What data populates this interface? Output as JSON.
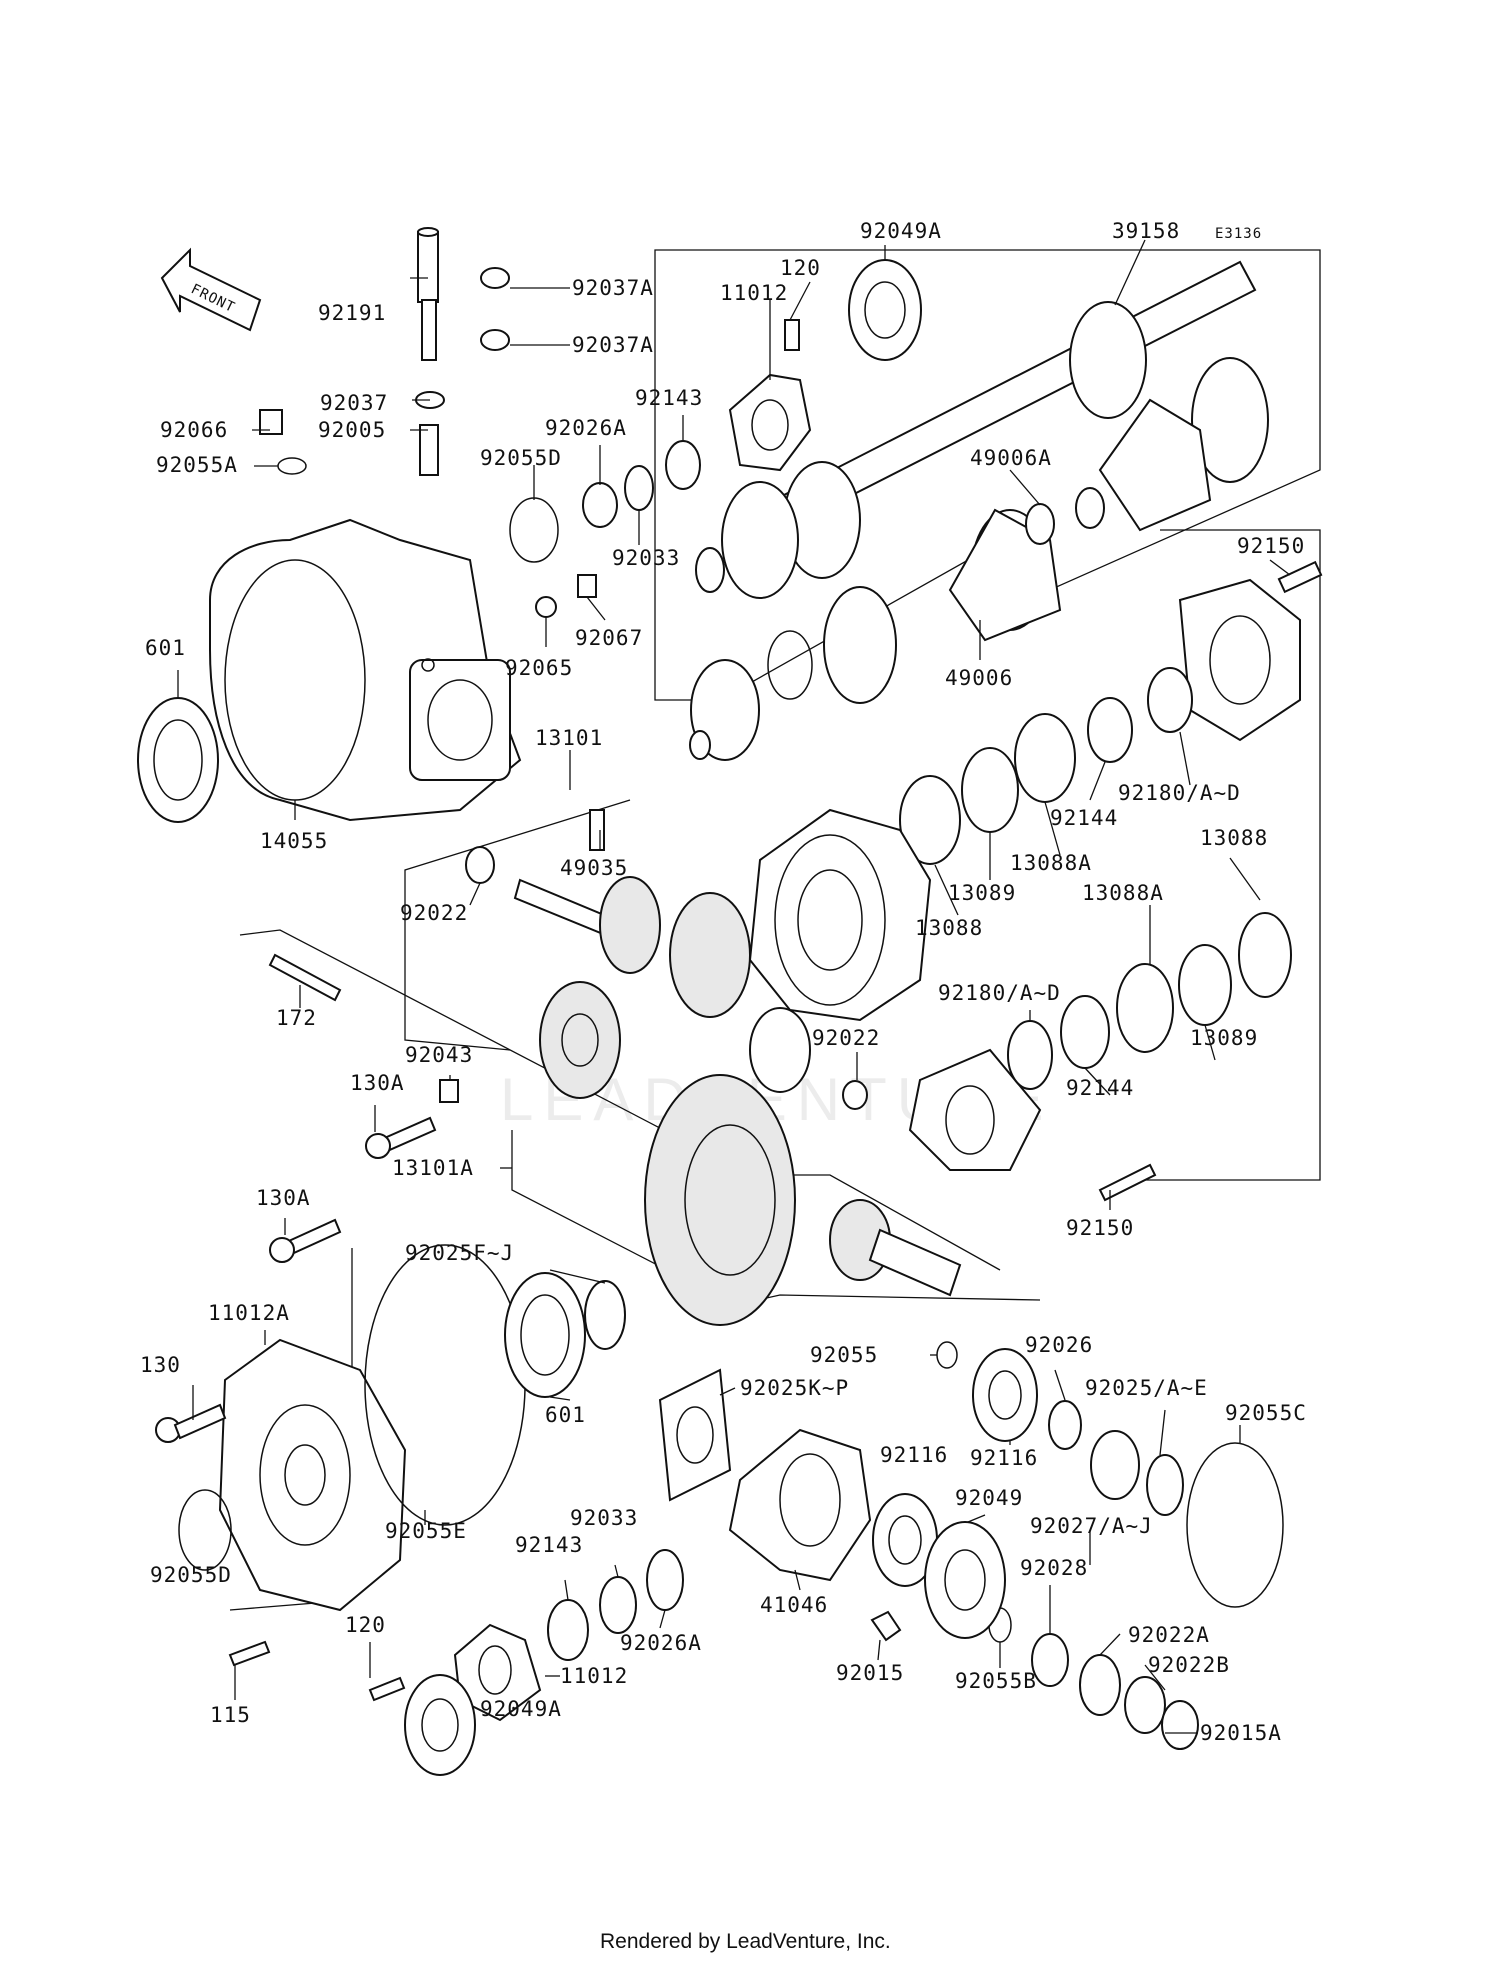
{
  "diagram_code": "E3136",
  "front_label": "FRONT",
  "watermark": "LEADVENTURE",
  "footer": "Rendered by LeadVenture, Inc.",
  "callouts": [
    "92037A",
    "92037A",
    "92191",
    "92066",
    "92037",
    "92005",
    "92055A",
    "92055D",
    "92026A",
    "92143",
    "11012",
    "120",
    "92049A",
    "39158",
    "92033",
    "49006A",
    "92065",
    "92067",
    "601",
    "14055",
    "49006",
    "92150",
    "13101",
    "49035",
    "92022",
    "92180/A~D",
    "92144",
    "13088A",
    "13089",
    "13088",
    "13088",
    "13088A",
    "172",
    "92043",
    "92022",
    "92180/A~D",
    "13089",
    "130A",
    "92144",
    "13101A",
    "92150",
    "130A",
    "92025F~J",
    "11012A",
    "130",
    "601",
    "92055",
    "92026",
    "92025K~P",
    "92025/A~E",
    "92055C",
    "92116",
    "92116",
    "92055E",
    "92049",
    "92033",
    "92143",
    "92026A",
    "92028",
    "92027/A~J",
    "92055D",
    "41046",
    "92022A",
    "120",
    "115",
    "92015",
    "92055B",
    "92022B",
    "11012",
    "92049A",
    "92015A"
  ]
}
